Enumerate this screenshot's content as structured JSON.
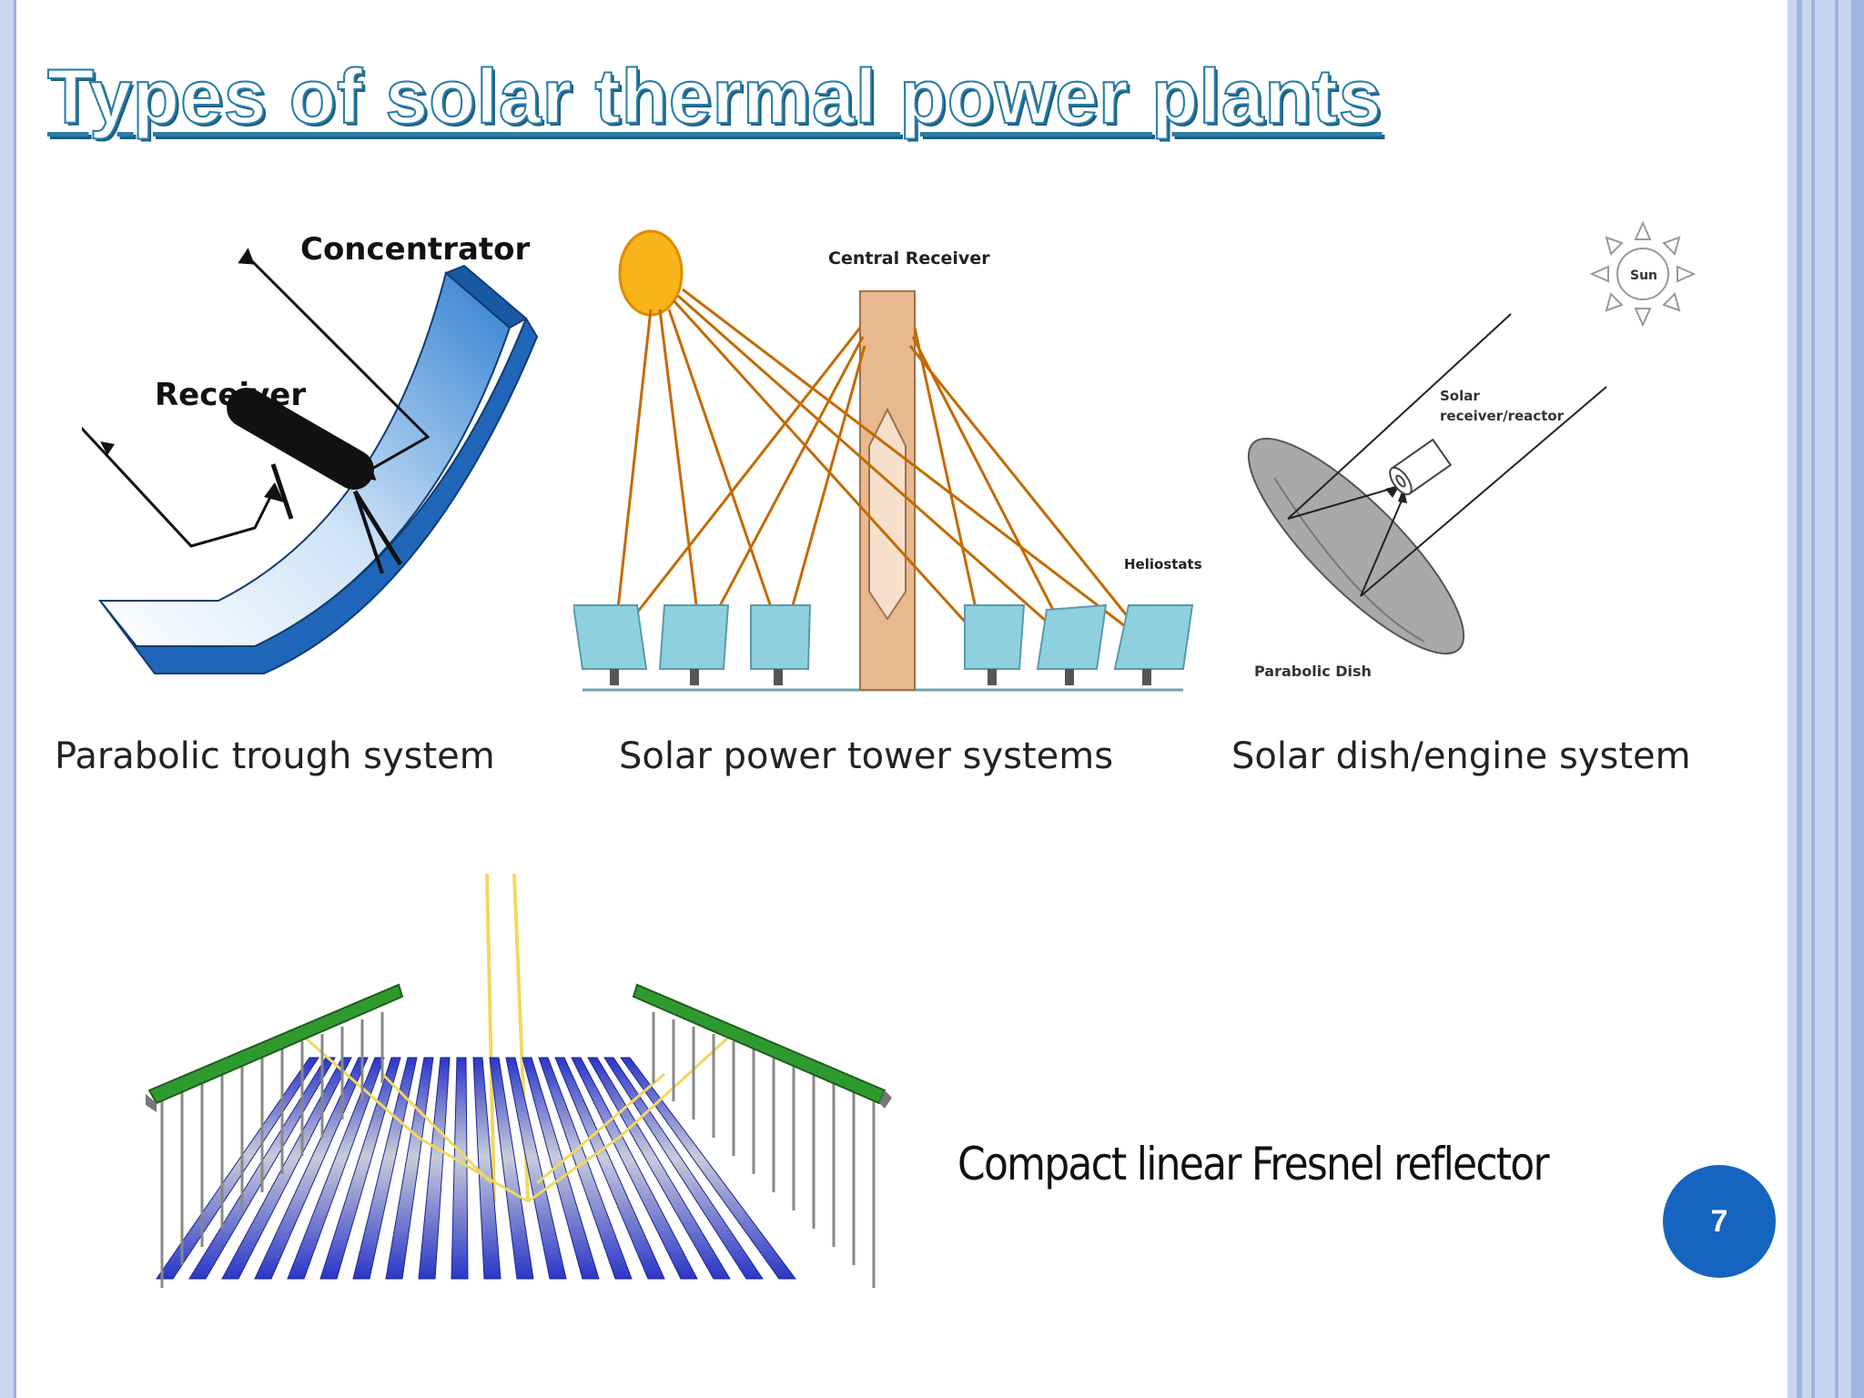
{
  "slide": {
    "title": "Types of solar thermal power plants",
    "page_number": "7"
  },
  "trough": {
    "caption": "Parabolic trough system",
    "label_concentrator": "Concentrator",
    "label_receiver": "Receiver"
  },
  "tower": {
    "caption": "Solar power tower systems",
    "label_central_receiver": "Central Receiver",
    "label_heliostats": "Heliostats"
  },
  "dish": {
    "caption": "Solar dish/engine system",
    "label_sun": "Sun",
    "label_receiver_line1": "Solar",
    "label_receiver_line2": "receiver/reactor",
    "label_dish": "Parabolic Dish"
  },
  "fresnel": {
    "caption": "Compact linear Fresnel reflector"
  },
  "colors": {
    "title_outline": "#2a7ea8",
    "page_badge": "#1565c0",
    "trough_blue": "#3a86d4",
    "tower_body": "#e8b98f",
    "rays": "#c46a00",
    "fresnel_strip": "#2a36c8",
    "fresnel_rail": "#2e9a2e"
  }
}
